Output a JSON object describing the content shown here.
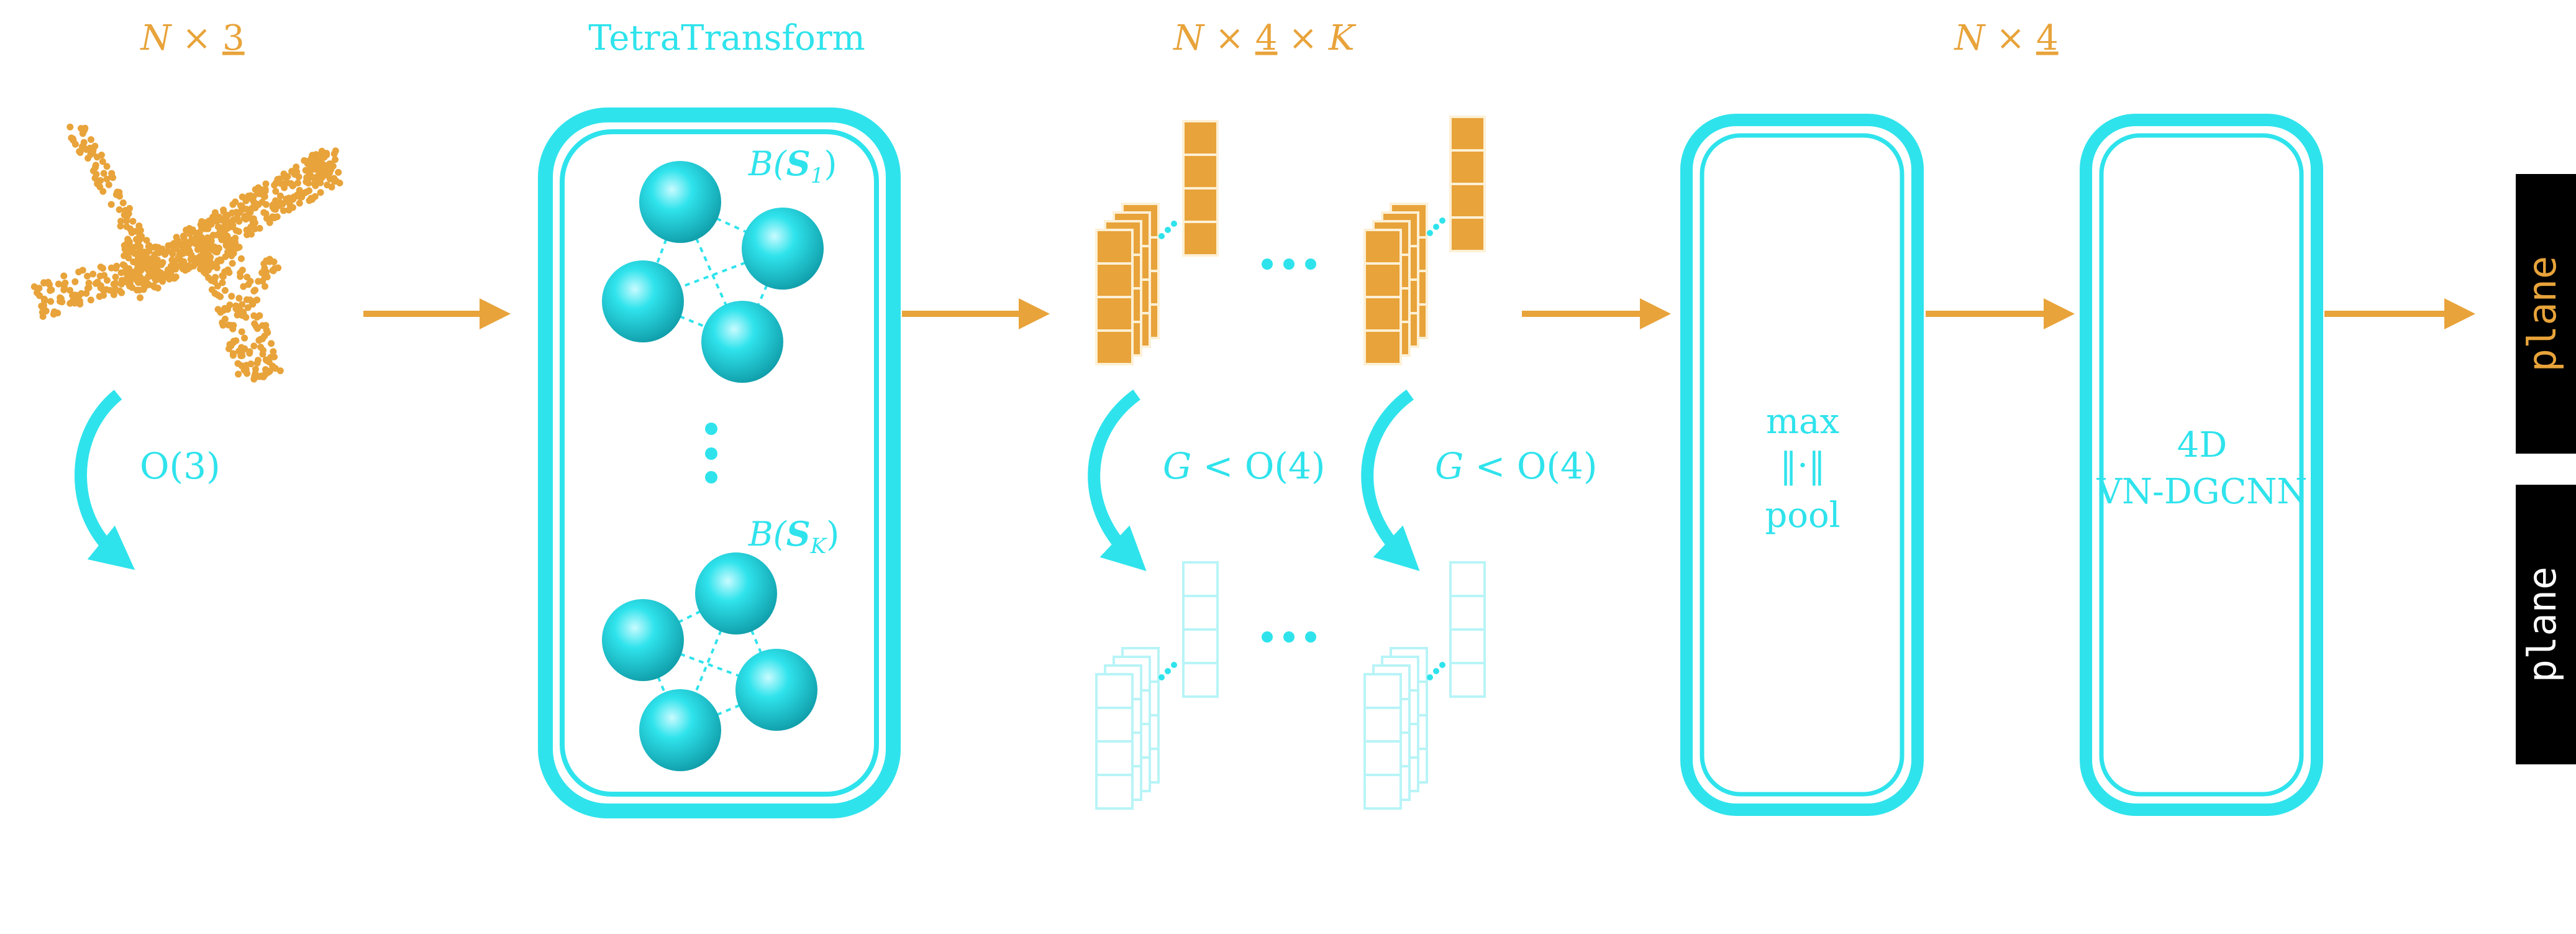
{
  "colors": {
    "orange": "#E8A33A",
    "cyan": "#2FE3EC",
    "cyan_faint": "#B8F4F7",
    "black": "#000000",
    "white": "#FFFFFF"
  },
  "headers": {
    "input_shape": {
      "n": "N",
      "times": " × ",
      "d": "3"
    },
    "tetra_title": "TetraTransform",
    "middle_shape": {
      "n": "N",
      "times1": " × ",
      "d": "4",
      "times2": " × ",
      "k": "K"
    },
    "pooled_shape": {
      "n": "N",
      "times": " × ",
      "d": "4"
    }
  },
  "input": {
    "icon": "airplane-point-cloud-icon",
    "group_label": "O(3)"
  },
  "tetra_block": {
    "label_top": {
      "b": "B(",
      "s": "S",
      "sub": "1",
      "close": ")"
    },
    "label_bottom": {
      "b": "B(",
      "s": "S",
      "sub": "K",
      "close": ")"
    },
    "vdots": "⋮"
  },
  "features": {
    "group_label_1": {
      "g": "G",
      "rest": " < O(4)"
    },
    "group_label_2": {
      "g": "G",
      "rest": " < O(4)"
    },
    "ellipsis_top": "•••",
    "ellipsis_bottom": "•••"
  },
  "pool_block": {
    "line1": "max",
    "line2": "‖·‖",
    "line3": "pool"
  },
  "dgcnn_block": {
    "line1": "4D",
    "line2": "VN-DGCNN"
  },
  "outputs": [
    {
      "label": "plane",
      "text_color": "#E8A33A"
    },
    {
      "label": "plane",
      "text_color": "#FFFFFF"
    }
  ]
}
